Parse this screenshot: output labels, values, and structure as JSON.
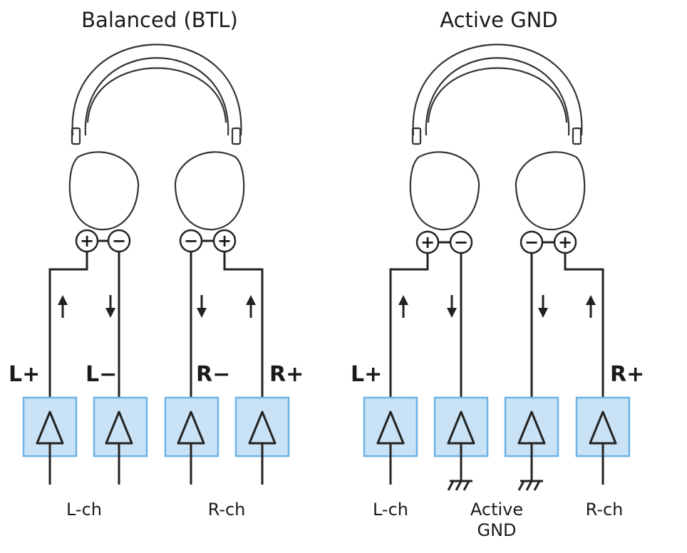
{
  "diagrams": [
    {
      "title": "Balanced (BTL)",
      "outputs": [
        "L+",
        "L−",
        "R−",
        "R+"
      ],
      "terminals": [
        "+",
        "−",
        "−",
        "+"
      ],
      "channel_labels": [
        "L-ch",
        "R-ch"
      ]
    },
    {
      "title": "Active GND",
      "outputs": [
        "L+",
        "R+"
      ],
      "terminals": [
        "+",
        "−",
        "−",
        "+"
      ],
      "channel_labels": [
        "L-ch",
        "Active",
        "GND",
        "R-ch"
      ]
    }
  ],
  "colors": {
    "amp_fill": "#c9e2f5",
    "amp_border": "#6cb3e6",
    "line": "#222222"
  },
  "icons": [
    "headphone-icon",
    "amplifier-triangle-icon",
    "ground-icon",
    "arrow-up-icon",
    "arrow-down-icon"
  ]
}
